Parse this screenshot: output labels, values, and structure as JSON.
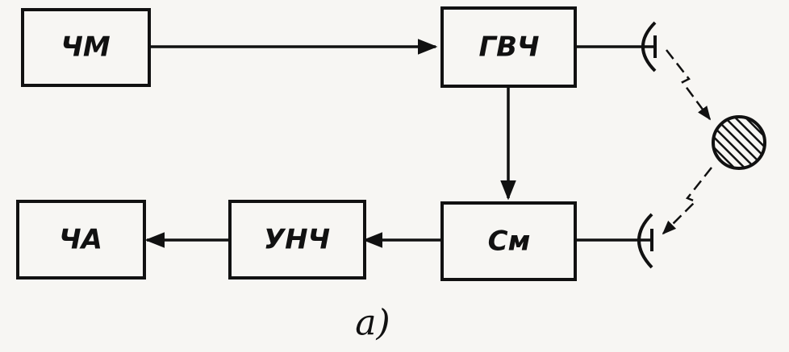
{
  "blocks": {
    "fm": "ЧМ",
    "hf_generator": "ГВЧ",
    "mixer": "См",
    "lf_amplifier": "УНЧ",
    "frequency_meter": "ЧА"
  },
  "caption": "a)"
}
